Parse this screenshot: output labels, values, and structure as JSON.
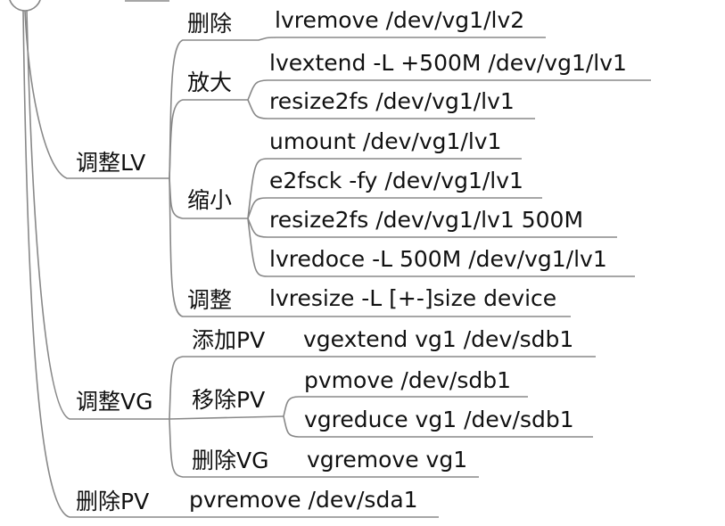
{
  "root": {
    "adjust_lv": {
      "label": "调整LV",
      "delete": {
        "label": "删除",
        "cmds": [
          "lvremove /dev/vg1/lv2"
        ]
      },
      "enlarge": {
        "label": "放大",
        "cmds": [
          "lvextend -L +500M /dev/vg1/lv1",
          "resize2fs /dev/vg1/lv1"
        ]
      },
      "shrink": {
        "label": "缩小",
        "cmds": [
          "umount /dev/vg1/lv1",
          "e2fsck -fy /dev/vg1/lv1",
          "resize2fs  /dev/vg1/lv1 500M",
          "lvredoce -L 500M /dev/vg1/lv1"
        ]
      },
      "resize": {
        "label": "调整",
        "cmds": [
          "lvresize -L [+-]size device"
        ]
      }
    },
    "adjust_vg": {
      "label": "调整VG",
      "add_pv": {
        "label": "添加PV",
        "cmds": [
          "vgextend vg1 /dev/sdb1"
        ]
      },
      "remove_pv": {
        "label": "移除PV",
        "cmds": [
          "pvmove /dev/sdb1",
          "vgreduce vg1 /dev/sdb1"
        ]
      },
      "delete_vg": {
        "label": "删除VG",
        "cmds": [
          "vgremove vg1"
        ]
      }
    },
    "delete_pv": {
      "label": "删除PV",
      "cmds": [
        "pvremove /dev/sda1"
      ]
    }
  }
}
